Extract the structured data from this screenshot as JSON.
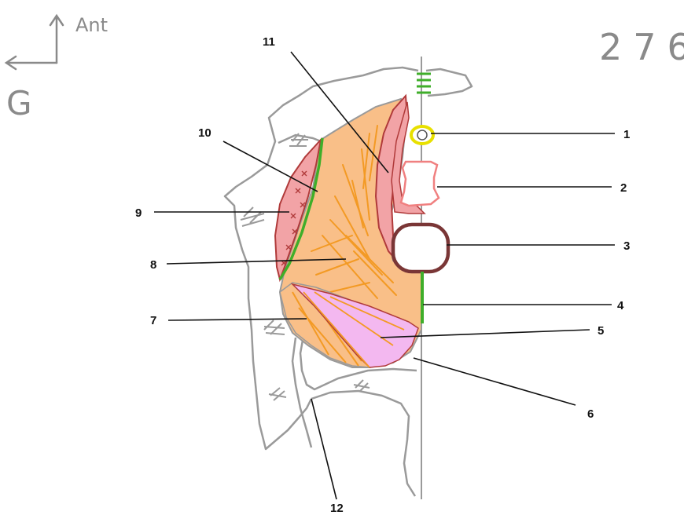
{
  "corner": {
    "orientation_left": "G",
    "orientation_up": "Ant",
    "page_number": "276"
  },
  "labels": {
    "l1": "1",
    "l2": "2",
    "l3": "3",
    "l4": "4",
    "l5": "5",
    "l6": "6",
    "l7": "7",
    "l8": "8",
    "l9": "9",
    "l10": "10",
    "l11": "11",
    "l12": "12"
  },
  "colors": {
    "bone_outline": "#9a9a9a",
    "muscle_orange": "#f9bf88",
    "fiber_orange": "#f39a24",
    "pink_region": "#f2a3a6",
    "pink_outline": "#b03a3a",
    "lilac_region": "#f3b8f0",
    "green_line": "#3fae2a",
    "yellow_ring": "#e8e000",
    "brown_ring": "#7a3636",
    "leader_line": "#111111"
  }
}
